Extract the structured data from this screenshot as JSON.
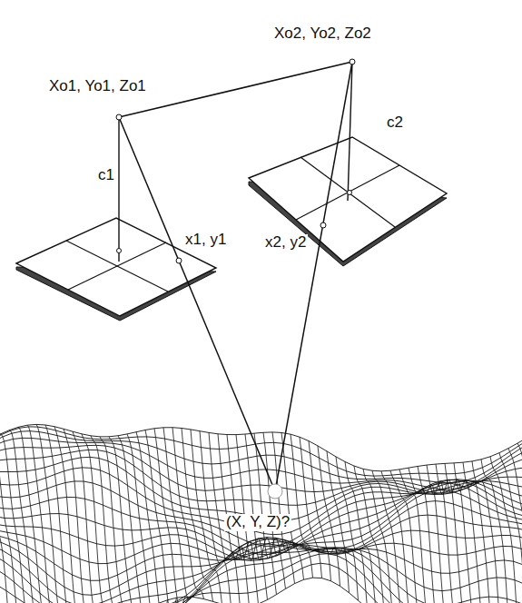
{
  "diagram": {
    "labels": [
      "Xo1, Yo1, Zo1",
      "Xo2, Yo2, Zo2",
      "c1",
      "c2",
      "x1, y1",
      "x2, y2",
      "(X, Y, Z)?"
    ]
  }
}
